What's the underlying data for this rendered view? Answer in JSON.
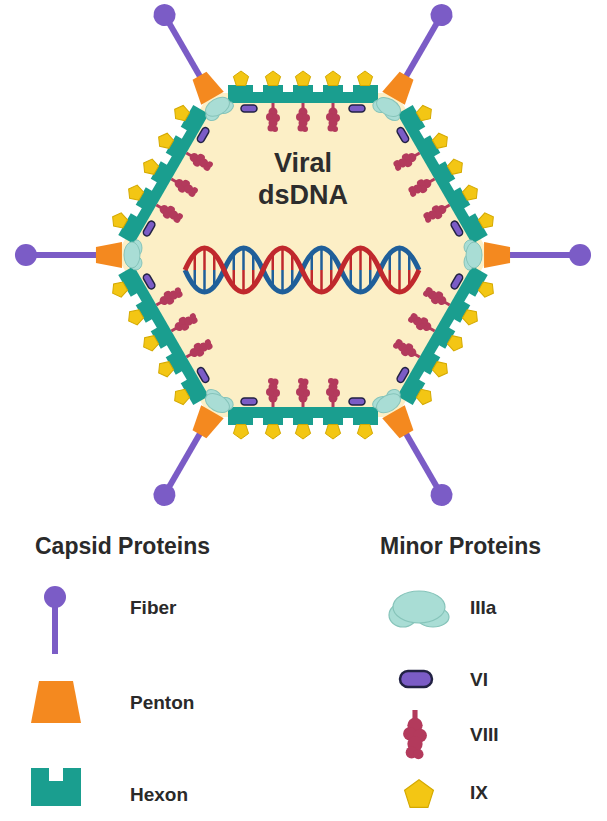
{
  "diagram": {
    "nodes": [
      {
        "text": [
          "Viral dsDNA"
        ]
      }
    ],
    "edges": [],
    "labels": [
      "Capsid Proteins",
      "Minor Proteins"
    ],
    "legend": [
      {
        "text": "Fiber"
      },
      {
        "text": "Penton"
      },
      {
        "text": "Hexon"
      },
      {
        "text": "IIIa"
      },
      {
        "text": "VI"
      },
      {
        "text": "VIII"
      },
      {
        "text": "IX"
      }
    ]
  }
}
